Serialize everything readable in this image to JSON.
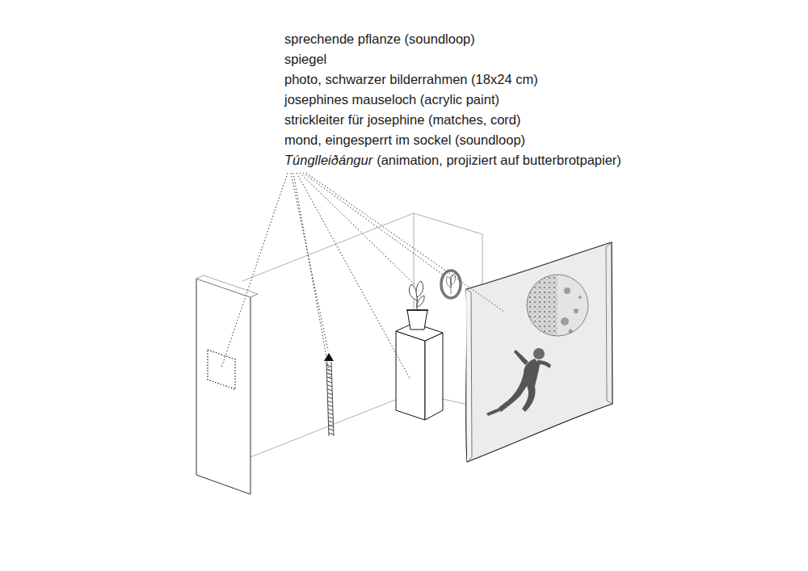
{
  "diagram": {
    "labels": [
      "sprechende pflanze (soundloop)",
      "spiegel",
      "photo, schwarzer bilderrahmen (18x24 cm)",
      "josephines mauseloch (acrylic paint)",
      "strickleiter für josephine (matches, cord)",
      "mond, eingesperrt im sockel (soundloop)",
      "Túnglleiðángur",
      "(animation, projiziert auf butterbrotpapier)"
    ]
  }
}
